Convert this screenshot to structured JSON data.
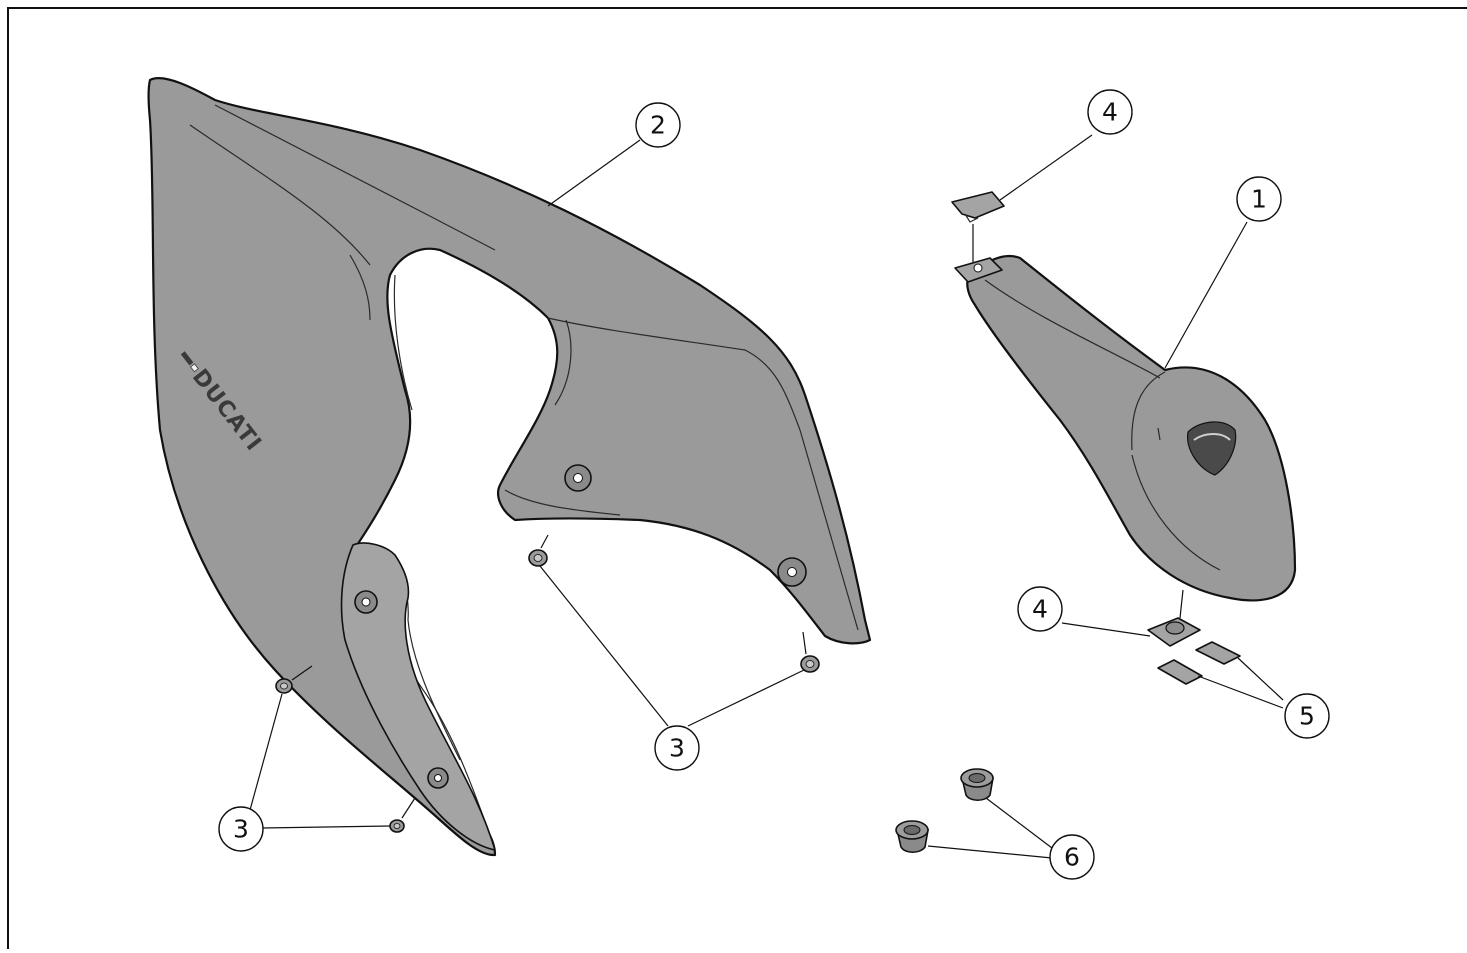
{
  "diagram": {
    "brand_text": "DUCATI",
    "colors": {
      "part_fill": "#9a9a9a",
      "outline": "#111111",
      "background": "#ffffff"
    },
    "callouts": [
      {
        "id": "callout-1",
        "label": "1",
        "points_to": "tail fairing section"
      },
      {
        "id": "callout-2",
        "label": "2",
        "points_to": "large side fairing panel"
      },
      {
        "id": "callout-3-mid",
        "label": "3",
        "points_to": "grommets on panel"
      },
      {
        "id": "callout-3-left",
        "label": "3",
        "points_to": "grommets on lower panel"
      },
      {
        "id": "callout-4-top",
        "label": "4",
        "points_to": "upper tab insert"
      },
      {
        "id": "callout-4-bottom",
        "label": "4",
        "points_to": "lower tab insert"
      },
      {
        "id": "callout-5",
        "label": "5",
        "points_to": "adhesive pads"
      },
      {
        "id": "callout-6",
        "label": "6",
        "points_to": "rubber bushings"
      }
    ]
  }
}
